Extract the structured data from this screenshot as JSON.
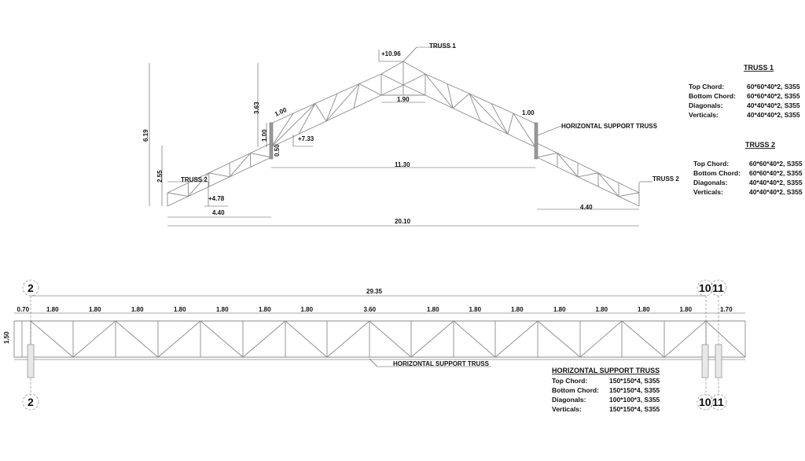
{
  "elevation": {
    "labels": {
      "truss1": "TRUSS 1",
      "truss2_left": "TRUSS 2",
      "truss2_right": "TRUSS 2",
      "hst": "HORIZONTAL SUPPORT TRUSS"
    },
    "levels": {
      "apex": "+10.96",
      "mid": "+7.33",
      "low": "+4.78"
    },
    "dims": {
      "total_height": "6.19",
      "left_height": "2.55",
      "upper_height": "3.63",
      "col": "1.00",
      "col_low": "0.50",
      "panel_left": "1.00",
      "panel_right": "1.00",
      "ridge": "1.90",
      "span_mid": "11.30",
      "left_span": "4.40",
      "right_span": "4.40",
      "total_span": "20.10"
    }
  },
  "plan": {
    "grid": {
      "left": "2",
      "right_a": "10",
      "right_b": "11"
    },
    "overall": "29.35",
    "depth": "1.50",
    "segments": [
      "0.70",
      "1.80",
      "1.80",
      "1.80",
      "1.80",
      "1.80",
      "1.80",
      "1.80",
      "3.60",
      "1.80",
      "1.80",
      "1.80",
      "1.80",
      "1.80",
      "1.80",
      "1.80",
      "1.70"
    ],
    "label": "HORIZONTAL SUPPORT TRUSS"
  },
  "specs": [
    {
      "title": "TRUSS 1",
      "rows": [
        [
          "Top Chord:",
          "60*60*40*2, S355"
        ],
        [
          "Bottom Chord:",
          "60*60*40*2, S355"
        ],
        [
          "Diagonals:",
          "40*40*40*2, S355"
        ],
        [
          "Verticals:",
          "40*40*40*2, S355"
        ]
      ]
    },
    {
      "title": "TRUSS 2",
      "rows": [
        [
          "Top Chord:",
          "60*60*40*2, S355"
        ],
        [
          "Bottom Chord:",
          "60*60*40*2, S355"
        ],
        [
          "Diagonals:",
          "40*40*40*2, S355"
        ],
        [
          "Verticals:",
          "40*40*40*2, S355"
        ]
      ]
    },
    {
      "title": "HORIZONTAL SUPPORT TRUSS",
      "rows": [
        [
          "Top Chord:",
          "150*150*4, S355"
        ],
        [
          "Bottom Chord:",
          "150*150*4, S355"
        ],
        [
          "Diagonals:",
          "100*100*3, S355"
        ],
        [
          "Verticals:",
          "150*150*4, S355"
        ]
      ]
    }
  ]
}
